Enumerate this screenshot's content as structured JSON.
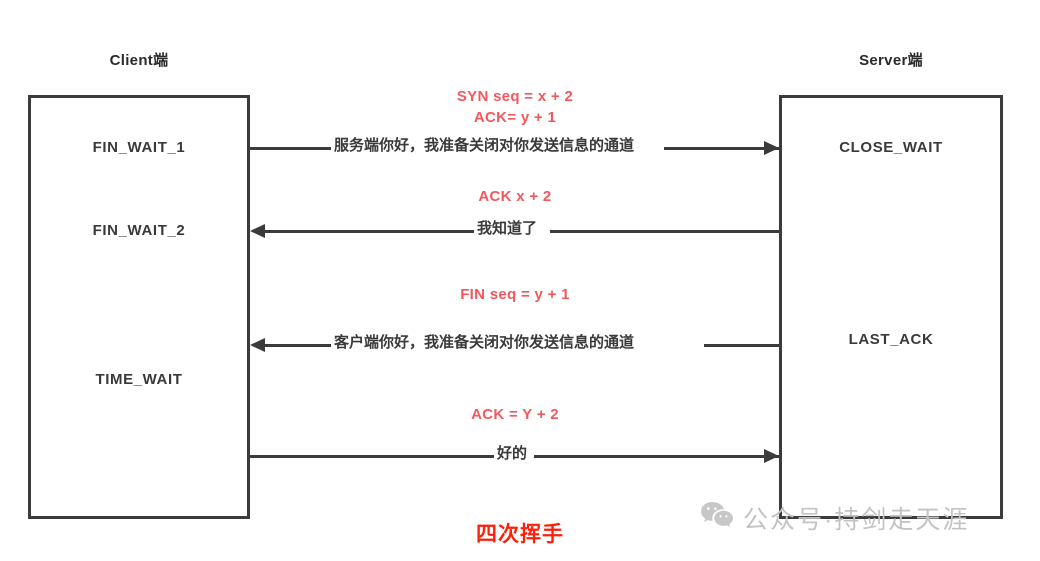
{
  "diagram": {
    "caption": "四次挥手",
    "accent_red": "#f4585d",
    "caption_red": "#fe1f08",
    "line_color": "#3b3b3b"
  },
  "client": {
    "title": "Client端",
    "states": [
      {
        "label": "FIN_WAIT_1"
      },
      {
        "label": "FIN_WAIT_2"
      },
      {
        "label": "TIME_WAIT"
      }
    ]
  },
  "server": {
    "title": "Server端",
    "states": [
      {
        "label": "CLOSE_WAIT"
      },
      {
        "label": "LAST_ACK"
      }
    ]
  },
  "messages": [
    {
      "seq_label": "SYN  seq = x + 2\nACK= y + 1",
      "caption": "服务端你好，我准备关闭对你发送信息的通道",
      "direction": "right"
    },
    {
      "seq_label": "ACK  x + 2",
      "caption": "我知道了",
      "direction": "left"
    },
    {
      "seq_label": "FIN seq = y + 1",
      "caption": "客户端你好，我准备关闭对你发送信息的通道",
      "direction": "left"
    },
    {
      "seq_label": "ACK = Y + 2",
      "caption": "好的",
      "direction": "right"
    }
  ],
  "watermark": {
    "text": "公众号·持剑走天涯",
    "icon": "wechat-icon"
  }
}
